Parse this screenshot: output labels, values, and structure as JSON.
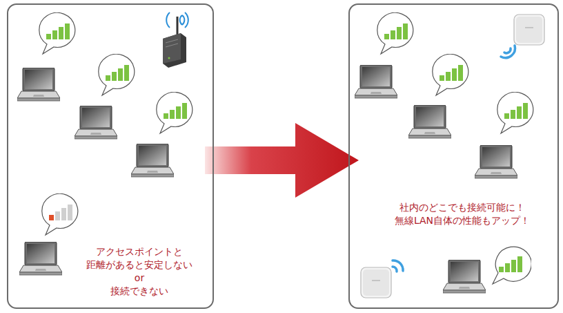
{
  "diagram": {
    "nodes": [
      {
        "text": [
          "アクセスポイントと 距離があると安定しない or 接続できない"
        ]
      },
      {
        "text": [
          "社内のどこでも接続可能に！ 無線LAN自体の性能もアップ！"
        ]
      }
    ],
    "edges": [
      {
        "from": 0,
        "to": 1,
        "arrow": "to"
      }
    ]
  }
}
